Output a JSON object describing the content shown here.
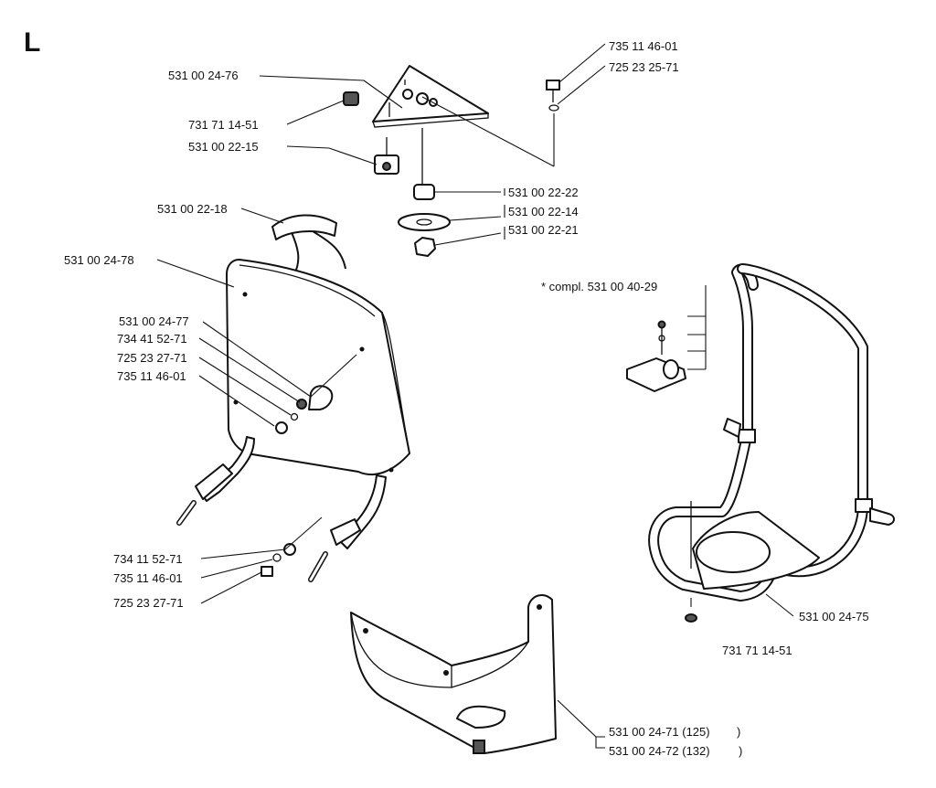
{
  "corner_mark": "L",
  "labels": {
    "p_531_00_24_76": "531 00 24-76",
    "p_735_11_46_01_top": "735 11 46-01",
    "p_725_23_25_71": "725 23 25-71",
    "p_731_71_14_51_top": "731 71 14-51",
    "p_531_00_22_15": "531 00 22-15",
    "p_531_00_22_22": "531 00 22-22",
    "p_531_00_22_14": "531 00 22-14",
    "p_531_00_22_21": "531 00 22-21",
    "p_531_00_22_18": "531 00 22-18",
    "p_531_00_24_78": "531 00 24-78",
    "p_compl": "* compl. 531 00 40-29",
    "p_531_00_24_77": "531 00 24-77",
    "p_734_41_52_71": "734 41 52-71",
    "p_725_23_27_71_a": "725 23 27-71",
    "p_735_11_46_01_a": "735 11 46-01",
    "p_734_11_52_71": "734 11 52-71",
    "p_735_11_46_01_b": "735 11 46-01",
    "p_725_23_27_71_b": "725 23 27-71",
    "p_531_00_24_75": "531 00 24-75",
    "p_731_71_14_51_bottom": "731 71 14-51",
    "p_531_00_24_71": "531 00 24-71 (125)",
    "p_531_00_24_72": "531 00 24-72 (132)",
    "paren_close_1": ")",
    "paren_close_2": ")"
  }
}
